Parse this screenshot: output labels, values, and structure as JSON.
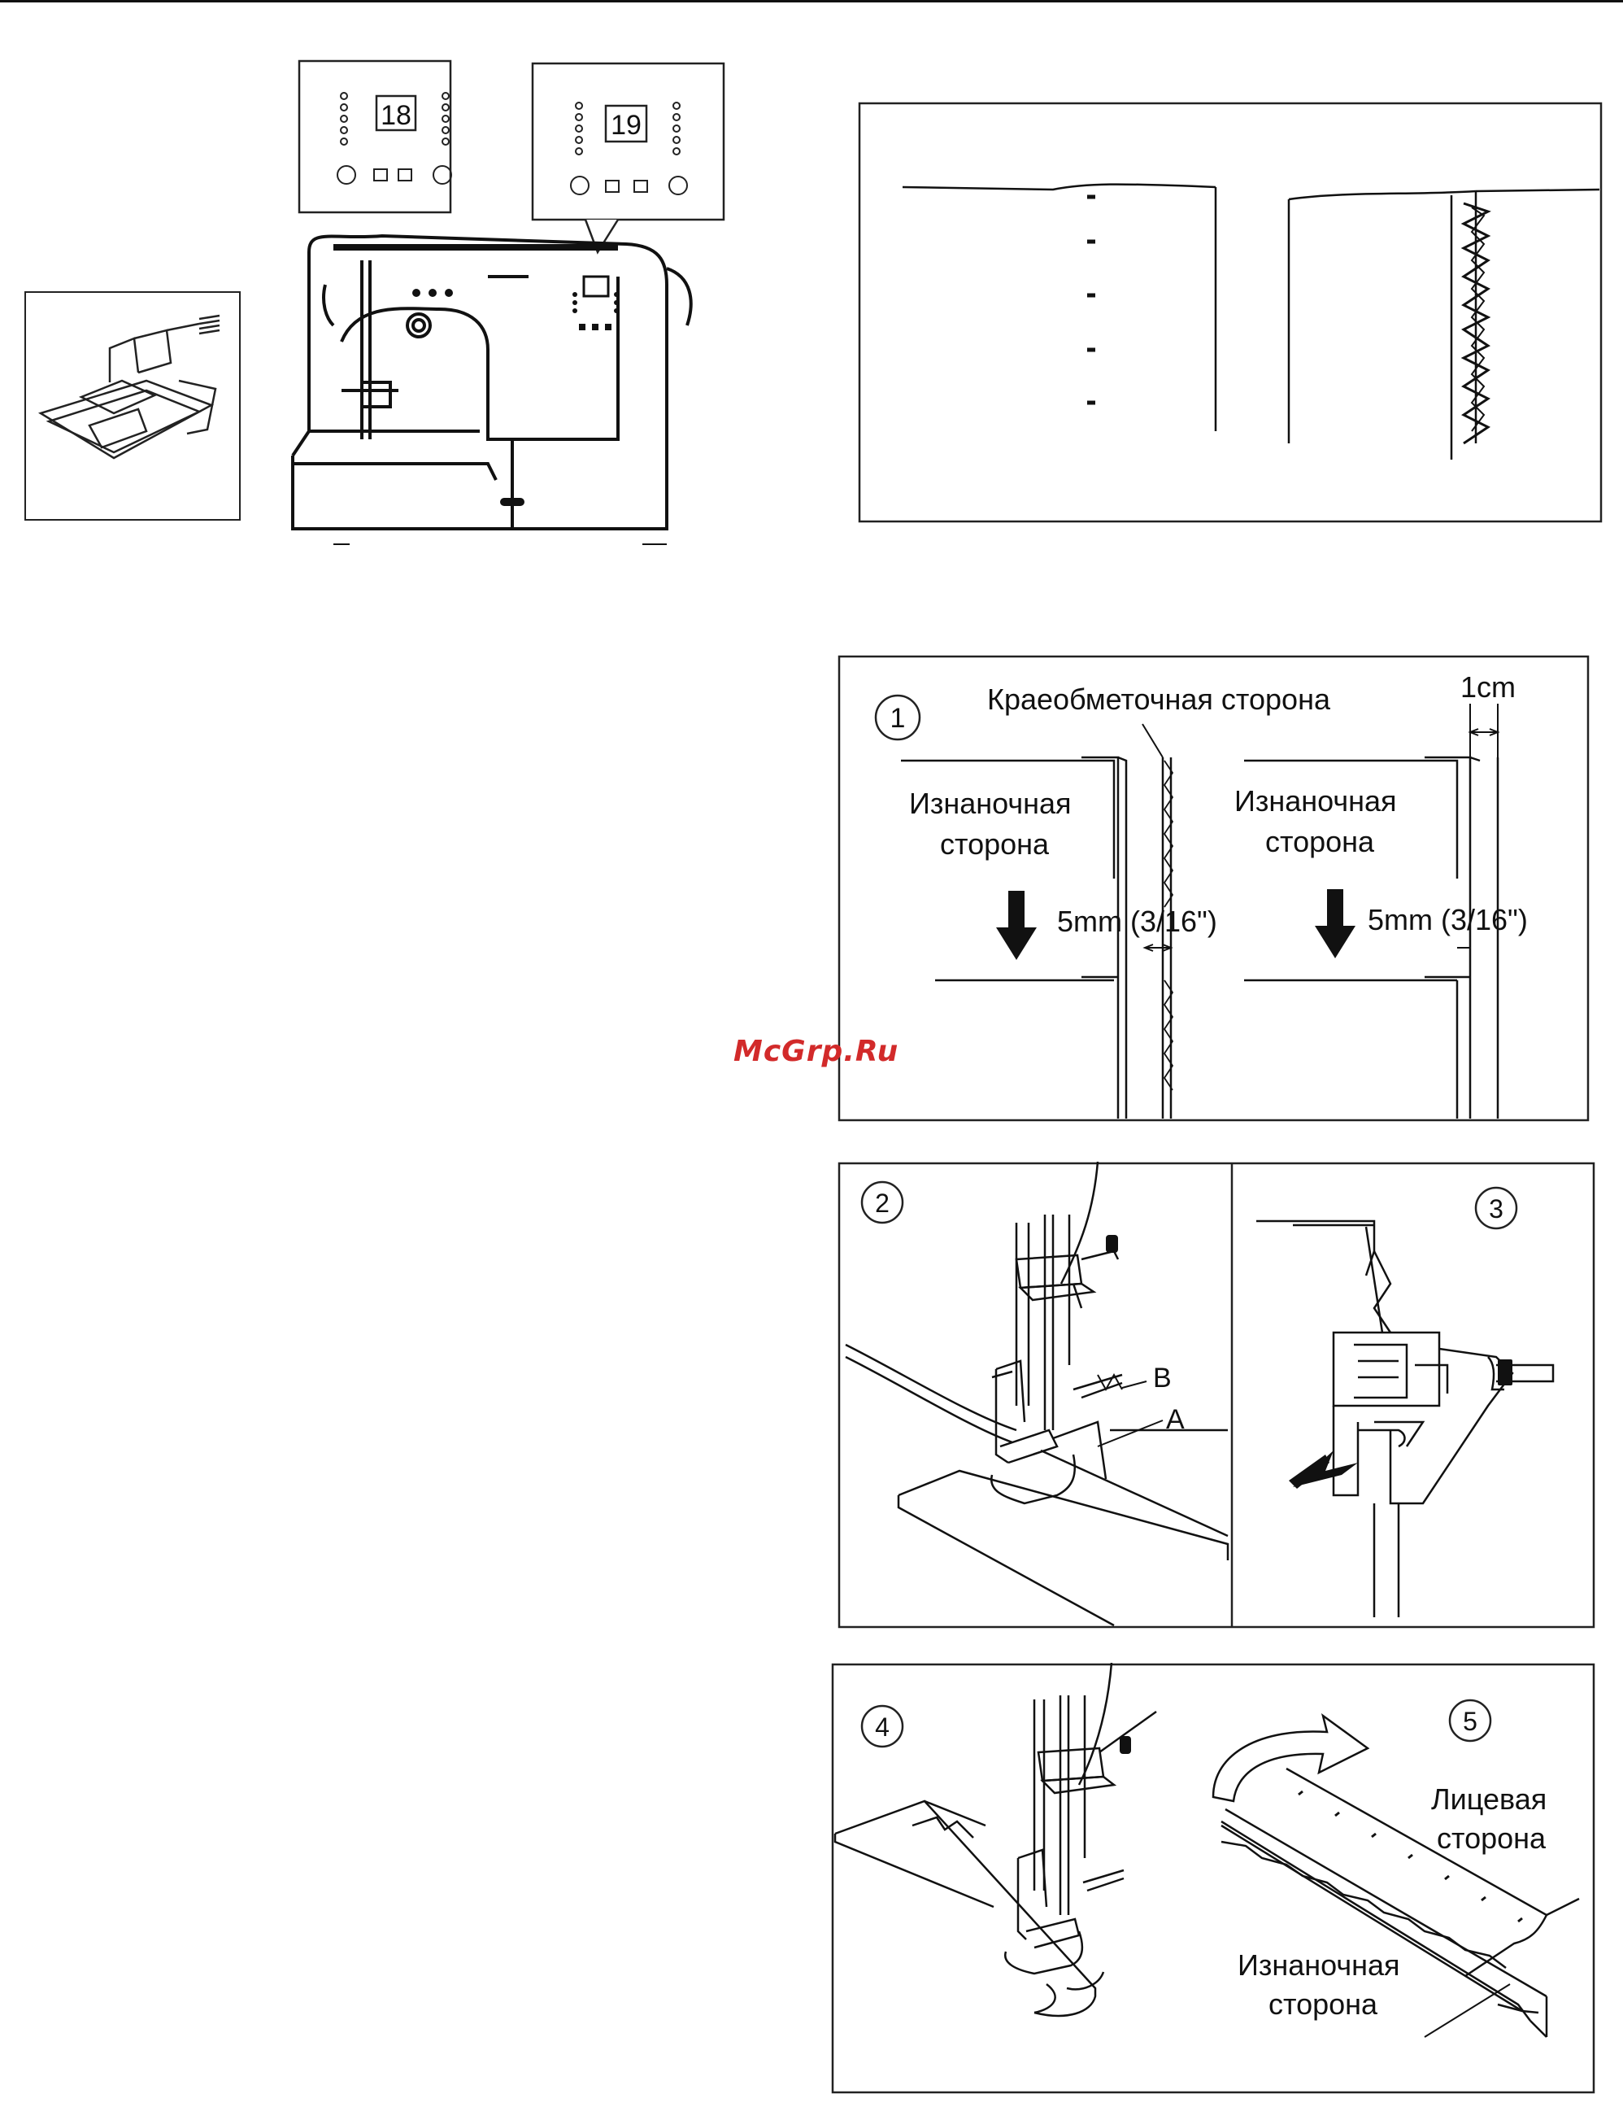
{
  "panel_top": {
    "display_18": "18",
    "display_19": "19"
  },
  "panel1": {
    "step": "1",
    "overlock_label": "Краеобметочная сторона",
    "cm_label": "1cm",
    "wrong_side_left": [
      "Изнаночная",
      "сторона"
    ],
    "wrong_side_right": [
      "Изнаночная",
      "сторона"
    ],
    "mm_left": "5mm (3/16\")",
    "mm_right": "5mm (3/16\")"
  },
  "panel2": {
    "step2": "2",
    "step3": "3",
    "label_b": "B",
    "label_a": "A"
  },
  "panel3": {
    "step4": "4",
    "step5": "5",
    "face_side": [
      "Лицевая",
      "сторона"
    ],
    "wrong_side": [
      "Изнаночная",
      "сторона"
    ]
  },
  "watermark": "McGrp.Ru"
}
